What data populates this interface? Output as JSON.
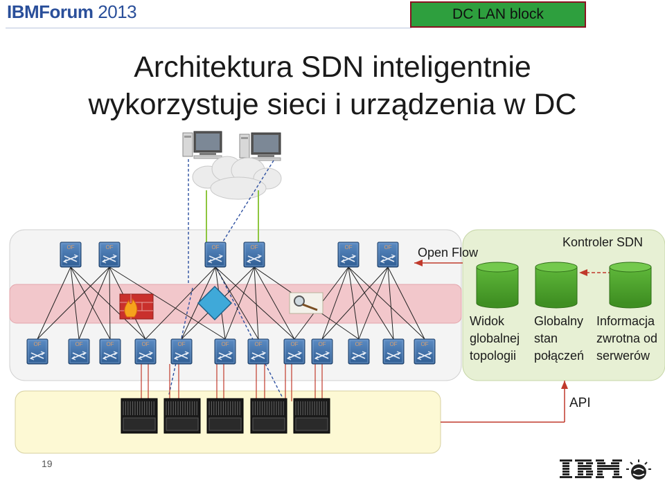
{
  "header": {
    "brand_main": "IBMForum",
    "brand_year": " 2013",
    "badge": "DC LAN block"
  },
  "slide": {
    "title_line1": "Architektura SDN inteligentnie",
    "title_line2": "wykorzystuje sieci i urządzenia w DC"
  },
  "switches": {
    "label": "OF"
  },
  "controller": {
    "openflow_label": "Open Flow",
    "title": "Kontroler SDN",
    "databases": [
      {
        "lines": [
          "Widok",
          "globalnej",
          "topologii"
        ]
      },
      {
        "lines": [
          "Globalny",
          "stan",
          "połączeń"
        ]
      },
      {
        "lines": [
          "Informacja",
          "zwrotna od",
          "serwerów"
        ]
      }
    ]
  },
  "api": {
    "label": "API"
  },
  "footer": {
    "page_number": "19"
  },
  "colors": {
    "brand": "#2a4f9a",
    "badge_bg": "#2e9f3e",
    "controller_bg": "#e7f0d4",
    "service_band": "#f2c7cb",
    "server_area": "#fdf9d4",
    "switch": "#3e6ea3",
    "uplink_green": "#8ec63f",
    "link_red": "#c0392b"
  },
  "icons": [
    "workstation-icon",
    "cloud-icon",
    "switch-icon",
    "firewall-icon",
    "load-balancer-icon",
    "magnifier-icon",
    "database-icon",
    "server-rack-icon",
    "ibm-logo",
    "smarter-planet-icon"
  ]
}
